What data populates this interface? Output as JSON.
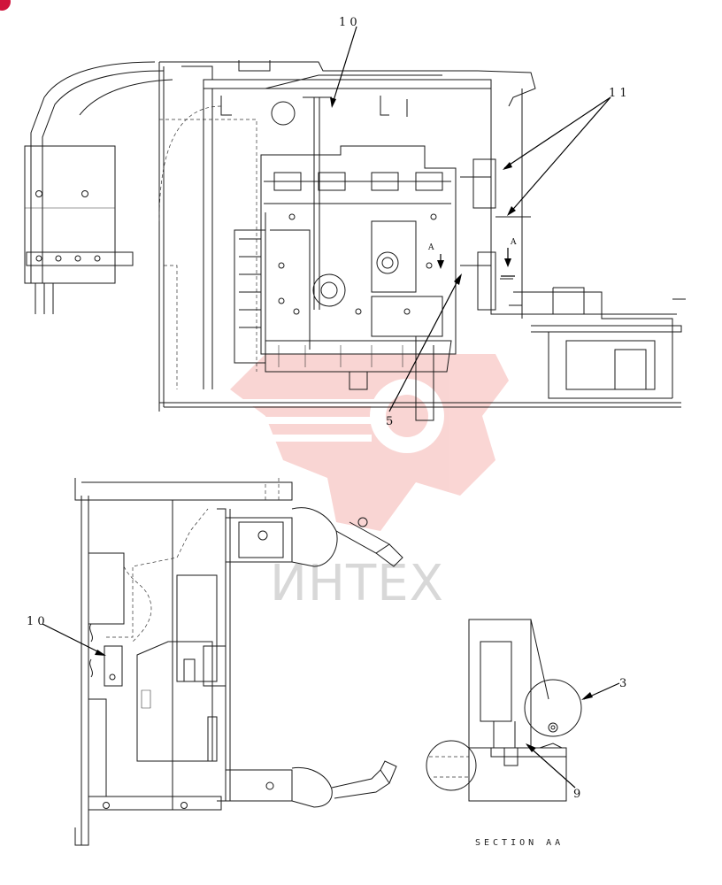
{
  "callouts": {
    "c10_top": "1 0",
    "c11": "1 1",
    "c5": "5",
    "c10_left": "1 0",
    "c3": "3",
    "c9": "9",
    "arrow_a1": "A",
    "arrow_a2": "A"
  },
  "section_label": "SECTION AA",
  "watermark": {
    "text": "ИНТЕХ",
    "color": "#e8443c"
  }
}
